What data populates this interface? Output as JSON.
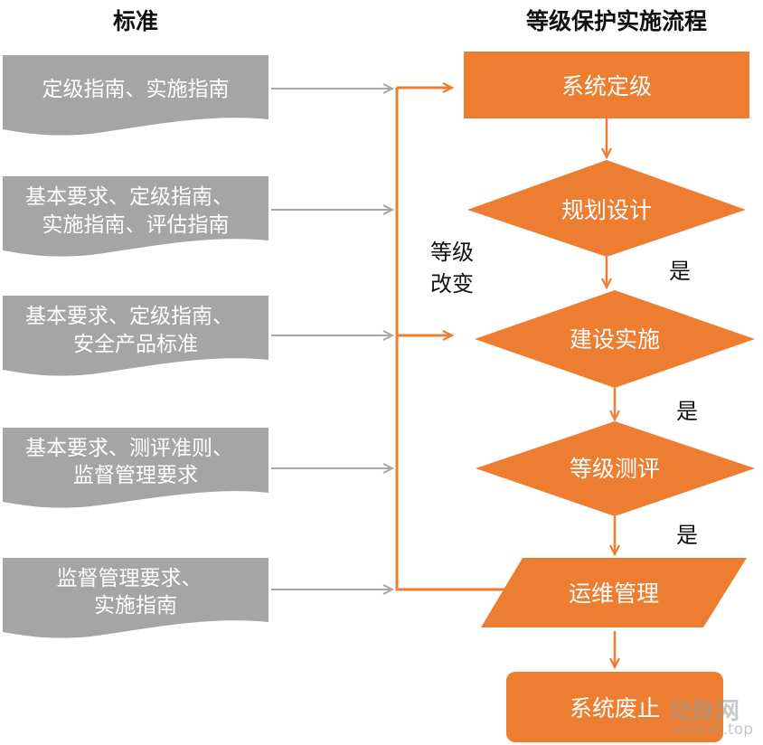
{
  "headers": {
    "standards": "标准",
    "process": "等级保护实施流程"
  },
  "standards": [
    {
      "lines": [
        "定级指南、实施指南"
      ]
    },
    {
      "lines": [
        "基本要求、定级指南、",
        "实施指南、评估指南"
      ]
    },
    {
      "lines": [
        "基本要求、定级指南、",
        "安全产品标准"
      ]
    },
    {
      "lines": [
        "基本要求、测评准则、",
        "监督管理要求"
      ]
    },
    {
      "lines": [
        "监督管理要求、",
        "实施指南"
      ]
    }
  ],
  "process": [
    {
      "id": "system-grading",
      "label": "系统定级",
      "shape": "rectangle"
    },
    {
      "id": "planning-design",
      "label": "规划设计",
      "shape": "diamond"
    },
    {
      "id": "construction",
      "label": "建设实施",
      "shape": "diamond"
    },
    {
      "id": "grade-assessment",
      "label": "等级测评",
      "shape": "diamond"
    },
    {
      "id": "operations",
      "label": "运维管理",
      "shape": "parallelogram"
    },
    {
      "id": "decommission",
      "label": "系统废止",
      "shape": "rounded-rectangle"
    }
  ],
  "labels": {
    "grade_change": [
      "等级",
      "改变"
    ],
    "yes": "是"
  },
  "watermark": {
    "brand": "动脉网",
    "domain": "vcbeat.top"
  },
  "colors": {
    "orange": "#ED7D31",
    "gray_box": "#A5A5A5",
    "gray_arrow": "#A6A6A6",
    "text_dark": "#111111"
  }
}
